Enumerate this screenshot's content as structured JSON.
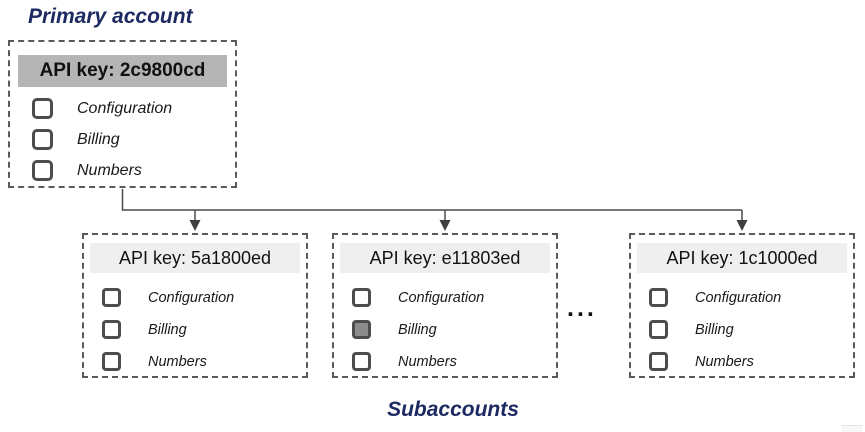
{
  "diagram": {
    "primary_title": "Primary account",
    "subaccounts_title": "Subaccounts",
    "ellipsis": "...",
    "primary": {
      "api_key": "API key: 2c9800cd",
      "permissions": [
        {
          "label": "Configuration",
          "checked": false
        },
        {
          "label": "Billing",
          "checked": false
        },
        {
          "label": "Numbers",
          "checked": false
        }
      ]
    },
    "subaccounts": [
      {
        "api_key": "API key: 5a1800ed",
        "permissions": [
          {
            "label": "Configuration",
            "checked": false
          },
          {
            "label": "Billing",
            "checked": false
          },
          {
            "label": "Numbers",
            "checked": false
          }
        ]
      },
      {
        "api_key": "API key: e11803ed",
        "permissions": [
          {
            "label": "Configuration",
            "checked": false
          },
          {
            "label": "Billing",
            "checked": true
          },
          {
            "label": "Numbers",
            "checked": false
          }
        ]
      },
      {
        "api_key": "API key: 1c1000ed",
        "permissions": [
          {
            "label": "Configuration",
            "checked": false
          },
          {
            "label": "Billing",
            "checked": false
          },
          {
            "label": "Numbers",
            "checked": false
          }
        ]
      }
    ],
    "colors": {
      "accent_navy": "#1d2a62",
      "primary_header_bg": "#b5b5b5",
      "sub_header_bg": "#efefef",
      "checkbox_border": "#4d4d4d",
      "checkbox_checked_fill": "#8c8c8c",
      "dashed_border": "#5a5a5a",
      "connector_line": "#4a4a4a"
    }
  }
}
